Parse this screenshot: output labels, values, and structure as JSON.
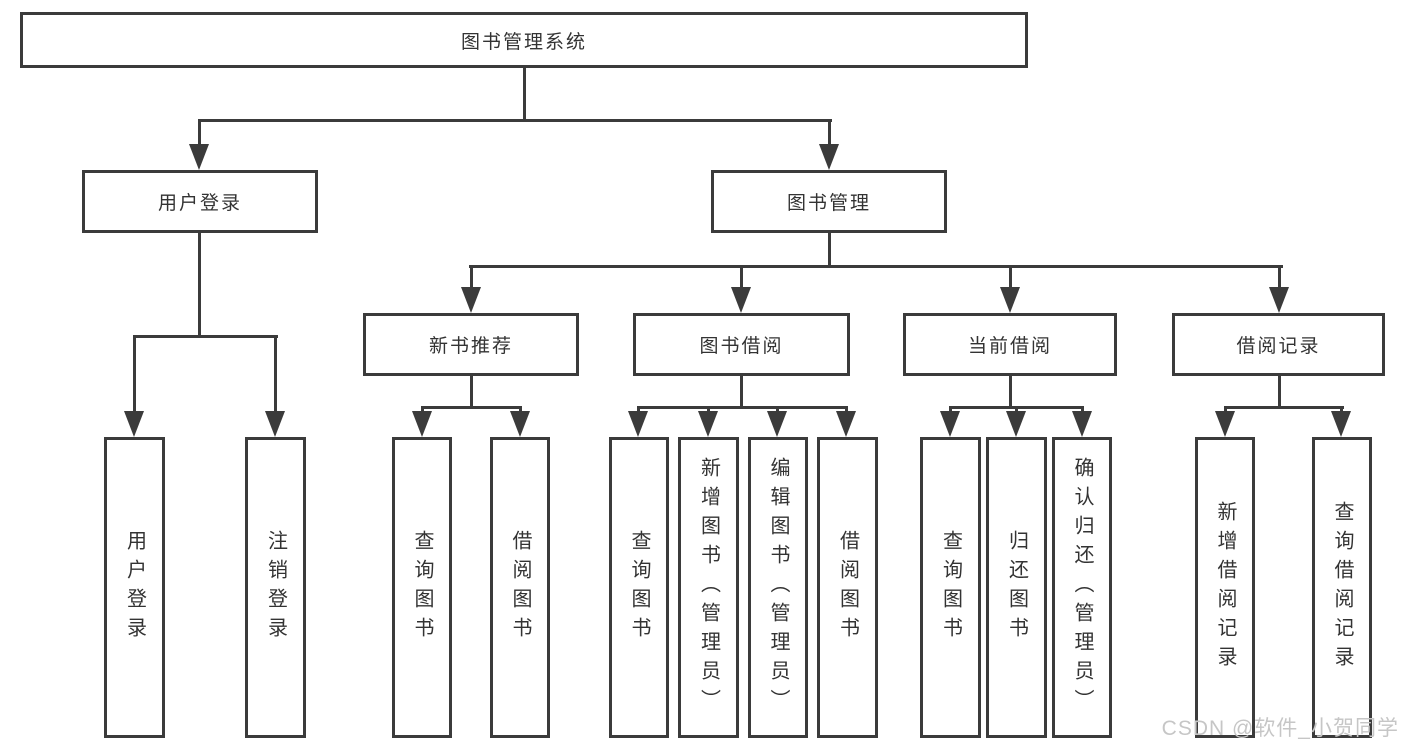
{
  "tree": {
    "root": "图书管理系统",
    "children": [
      {
        "label": "用户登录",
        "leaves": [
          "用户登录",
          "注销登录"
        ]
      },
      {
        "label": "图书管理",
        "children": [
          {
            "label": "新书推荐",
            "leaves": [
              "查询图书",
              "借阅图书"
            ]
          },
          {
            "label": "图书借阅",
            "leaves": [
              "查询图书",
              "新增图书（管理员）",
              "编辑图书（管理员）",
              "借阅图书"
            ]
          },
          {
            "label": "当前借阅",
            "leaves": [
              "查询图书",
              "归还图书",
              "确认归还（管理员）"
            ]
          },
          {
            "label": "借阅记录",
            "leaves": [
              "新增借阅记录",
              "查询借阅记录"
            ]
          }
        ]
      }
    ]
  },
  "watermark": {
    "text": "CSDN @软件_小贺同学"
  },
  "colors": {
    "line": "#3b3b3b",
    "text": "#333333",
    "watermark": "#c6c6c6",
    "background": "#ffffff"
  }
}
